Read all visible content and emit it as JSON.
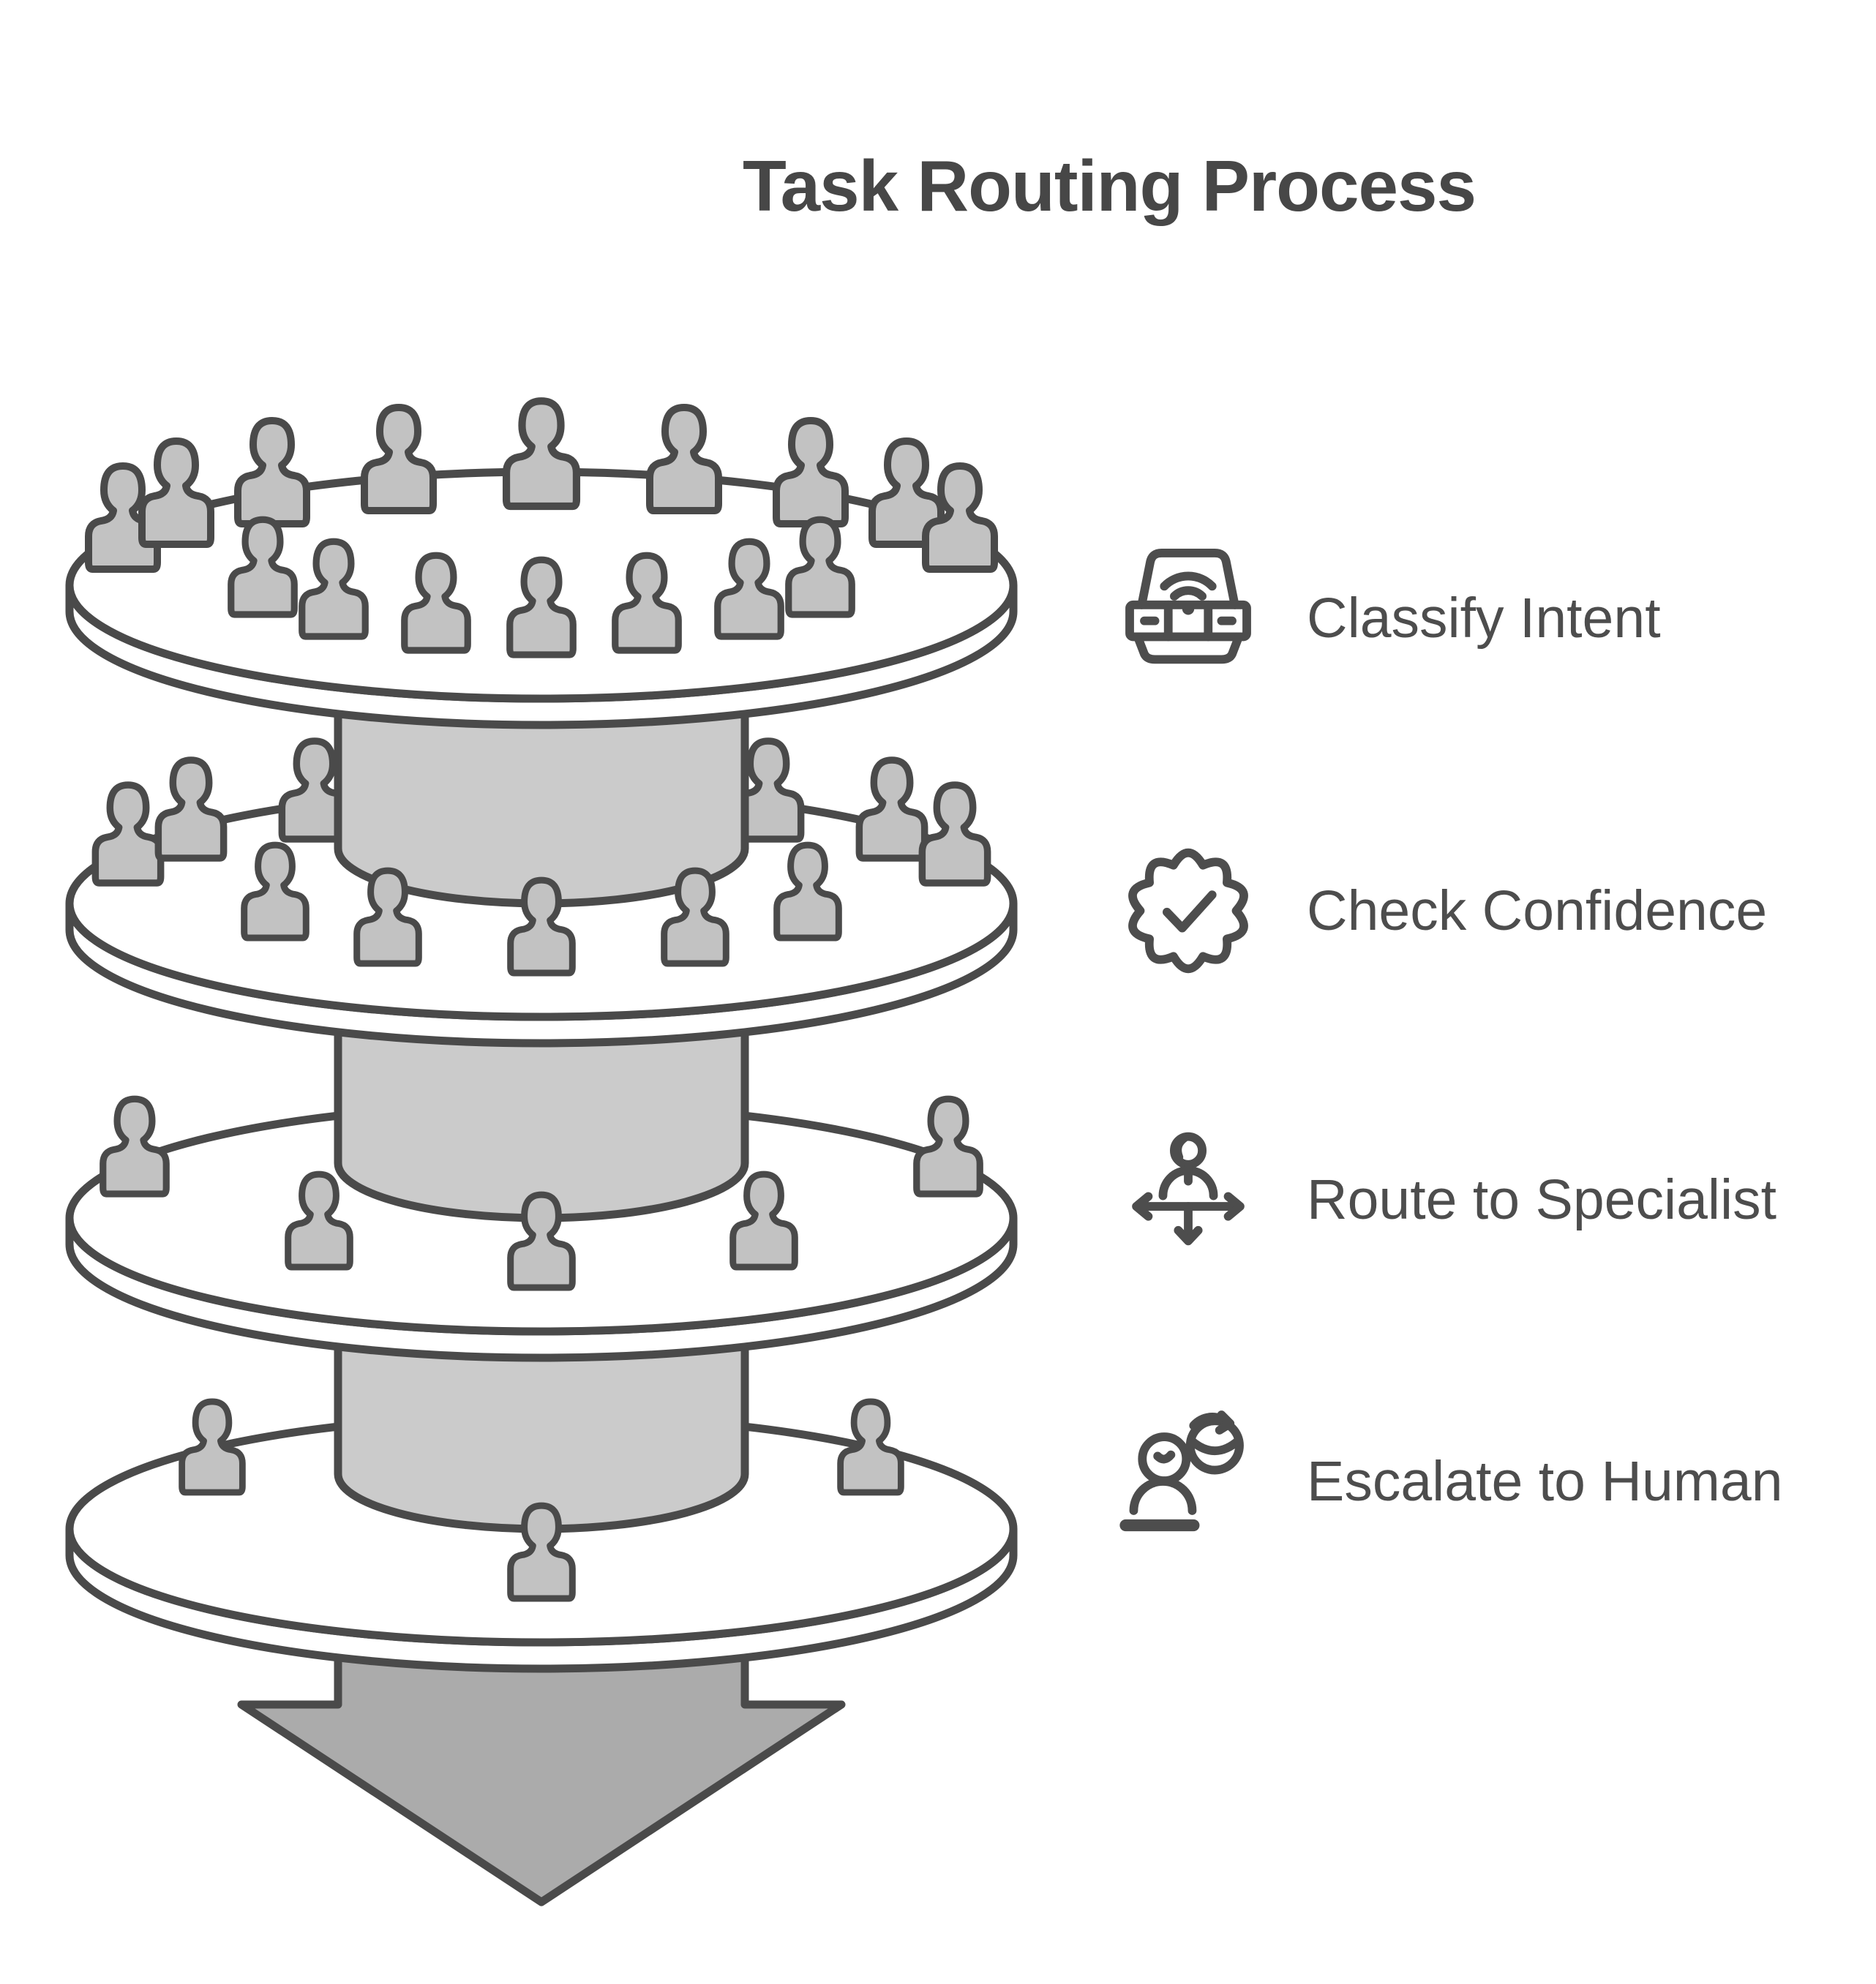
{
  "title": "Task Routing Process",
  "steps": [
    {
      "id": "classify-intent",
      "label": "Classify Intent",
      "icon": "device-wifi-icon"
    },
    {
      "id": "check-confidence",
      "label": "Check Confidence",
      "icon": "badge-check-icon"
    },
    {
      "id": "route-to-specialist",
      "label": "Route to Specialist",
      "icon": "route-person-icon"
    },
    {
      "id": "escalate-to-human",
      "label": "Escalate to Human",
      "icon": "escalate-person-icon"
    }
  ],
  "funnel": {
    "direction": "down",
    "levels": [
      {
        "level": 1,
        "people_count": 16
      },
      {
        "level": 2,
        "people_count": 11
      },
      {
        "level": 3,
        "people_count": 5
      },
      {
        "level": 4,
        "people_count": 3
      }
    ]
  },
  "colors": {
    "outline": "#4a4a4a",
    "people_fill": "#c2c2c2",
    "cylinder_fill": "#cbcbcb",
    "arrow_fill": "#ababab",
    "disc_fill": "#ffffff",
    "title_text": "#474747",
    "label_text": "#4d4d4d"
  }
}
